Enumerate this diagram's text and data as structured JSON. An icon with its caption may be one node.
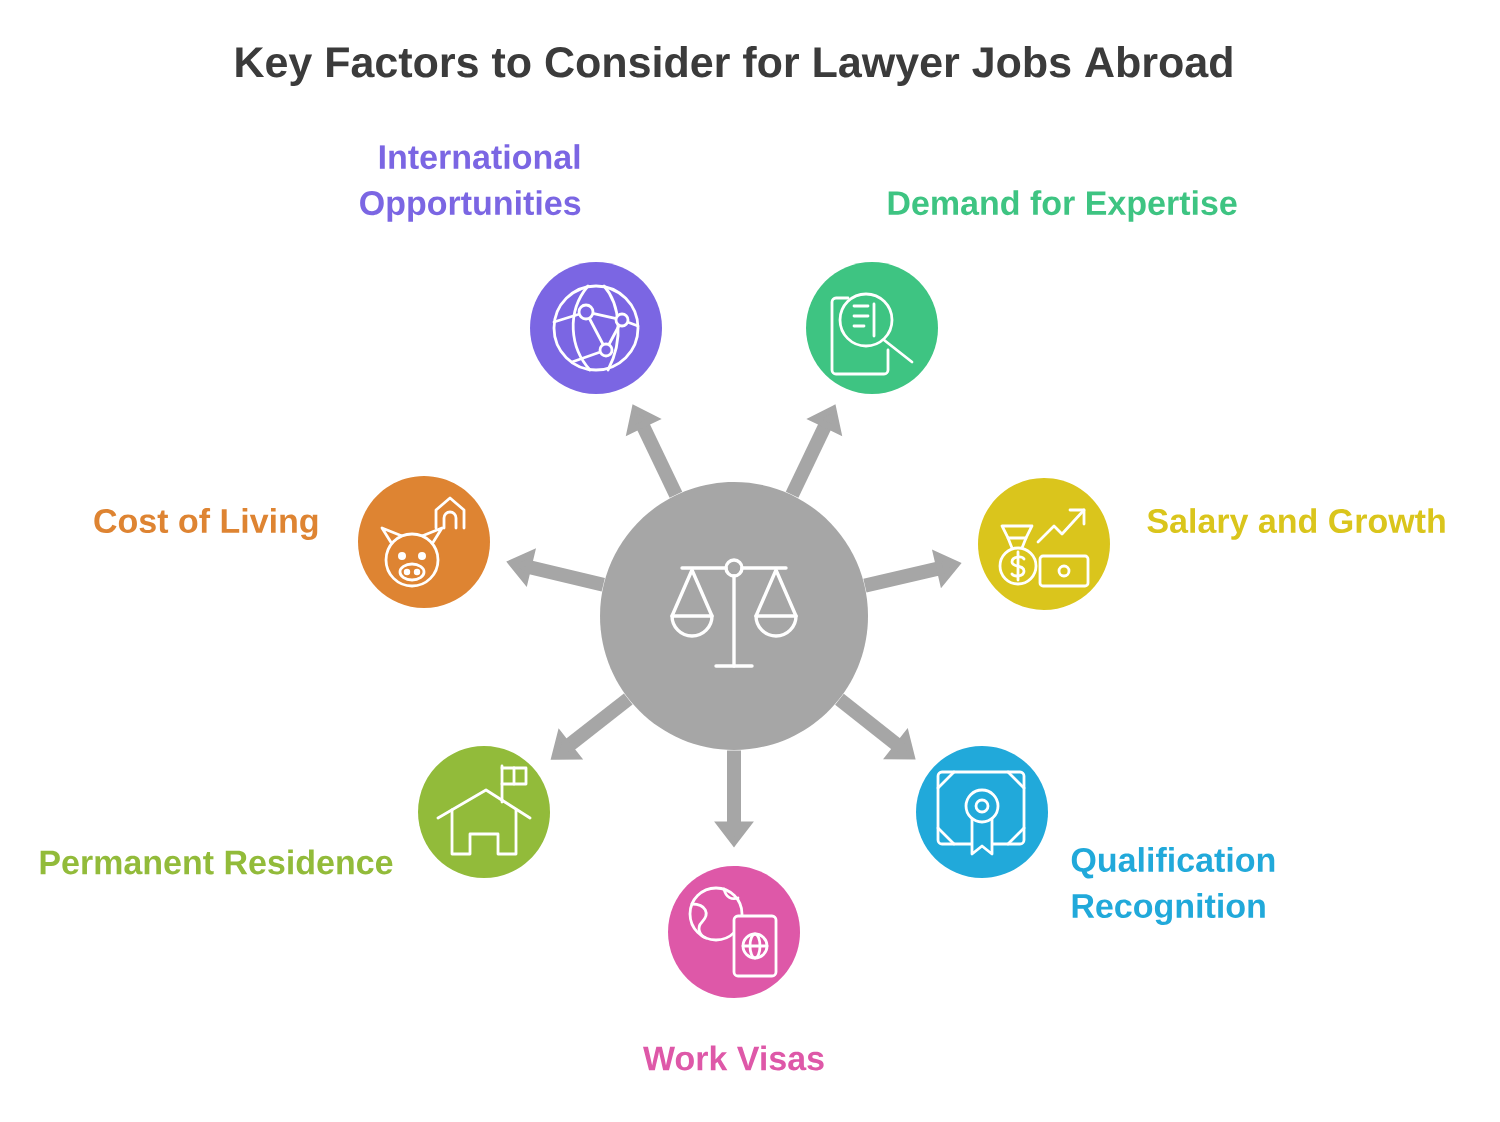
{
  "diagram": {
    "title": "Key Factors to Consider for Lawyer Jobs Abroad",
    "nodes": [
      {
        "text": [],
        "shape": "circle"
      },
      {
        "text": [
          "International Opportunities"
        ]
      },
      {
        "text": [
          "Demand for Expertise"
        ]
      },
      {
        "text": [
          "Salary and Growth"
        ]
      },
      {
        "text": [
          "Qualification Recognition"
        ]
      },
      {
        "text": [
          "Work Visas"
        ]
      },
      {
        "text": [
          "Permanent Residence"
        ]
      },
      {
        "text": [
          "Cost of Living"
        ]
      }
    ],
    "edges": [
      {
        "from": 0,
        "to": 1,
        "arrow": "to"
      },
      {
        "from": 0,
        "to": 2,
        "arrow": "to"
      },
      {
        "from": 0,
        "to": 3,
        "arrow": "to"
      },
      {
        "from": 0,
        "to": 4,
        "arrow": "to"
      },
      {
        "from": 0,
        "to": 5,
        "arrow": "to"
      },
      {
        "from": 0,
        "to": 6,
        "arrow": "to"
      },
      {
        "from": 0,
        "to": 7,
        "arrow": "to"
      }
    ]
  }
}
